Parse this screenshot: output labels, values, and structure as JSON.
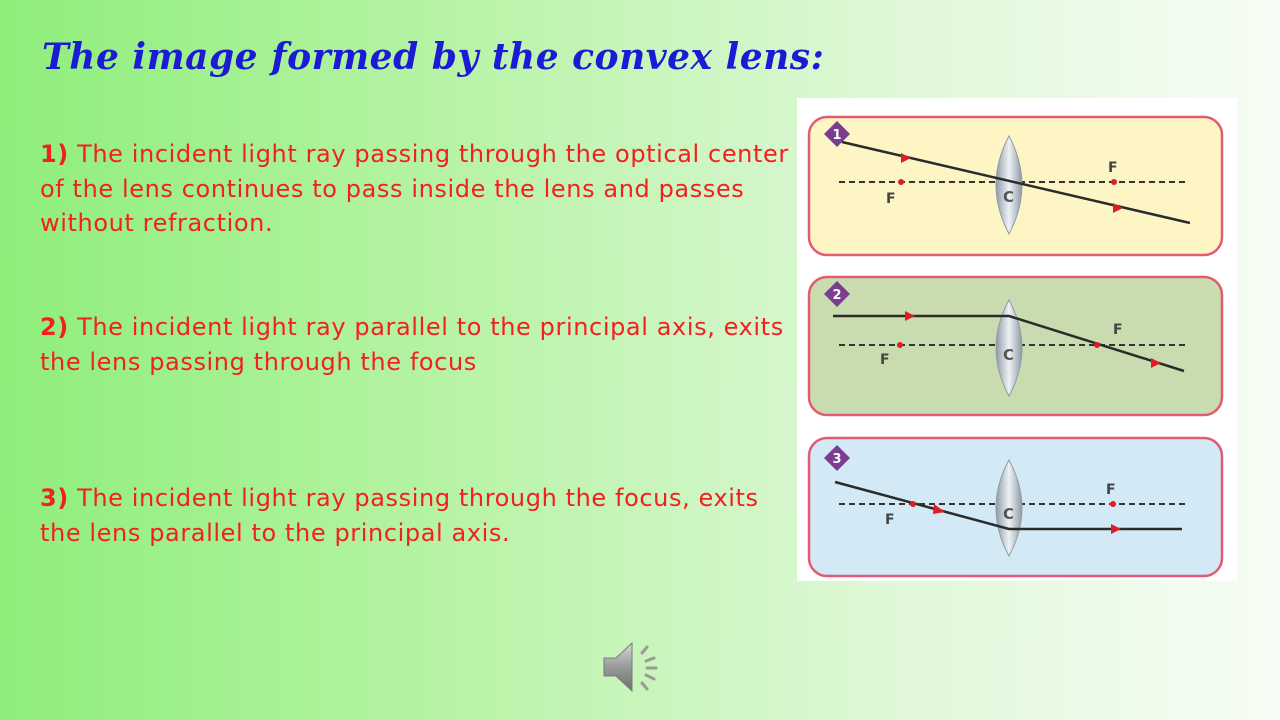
{
  "title": "The image formed by the convex lens:",
  "points": [
    {
      "number": "1)",
      "text": "The incident light ray passing through the optical center of the lens continues to pass inside the lens and passes without refraction."
    },
    {
      "number": "2)",
      "text": "The incident light ray parallel to the principal axis, exits the lens passing through the focus"
    },
    {
      "number": "3)",
      "text": "The incident light ray passing through the focus, exits the lens parallel to the principal axis."
    }
  ],
  "diagrams": [
    {
      "badge": "1",
      "focus_left": "F",
      "focus_right": "F",
      "center": "C",
      "background": "#fdf6c4"
    },
    {
      "badge": "2",
      "focus_left": "F",
      "focus_right": "F",
      "center": "C",
      "background": "#c8dcb0"
    },
    {
      "badge": "3",
      "focus_left": "F",
      "focus_right": "F",
      "center": "C",
      "background": "#d3e9f5"
    }
  ],
  "colors": {
    "title": "#1b1bd6",
    "body_text": "#f41f1f",
    "panel_border": "#e25b73",
    "ray": "#2b2b2b",
    "arrow": "#e01c24",
    "badge": "#7a3d8f"
  },
  "icons": {
    "audio": "speaker-icon"
  }
}
